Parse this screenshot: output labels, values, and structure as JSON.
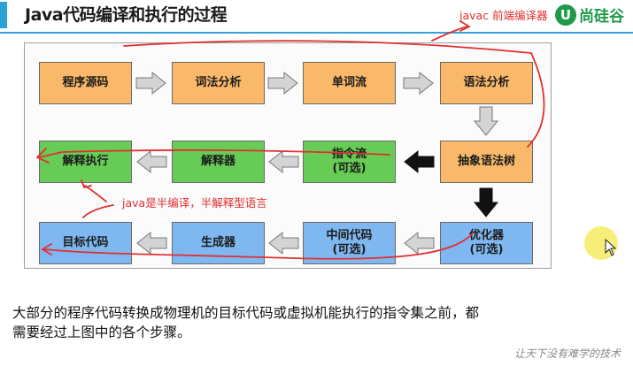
{
  "slide": {
    "title": "Java代码编译和执行的过程"
  },
  "annotations": {
    "frontend_compiler": "javac 前端编译器",
    "semi_compiled": "java是半编译，半解释型语言"
  },
  "logo": {
    "badge": "U",
    "text": "尚硅谷",
    "color": "#1e9a4a"
  },
  "nodes": {
    "source_code": "程序源码",
    "lexical": "词法分析",
    "token_stream": "单词流",
    "syntax": "语法分析",
    "ast": "抽象语法树",
    "instruction_stream": "指令流\n(可选)",
    "interpreter": "解释器",
    "interpret_exec": "解释执行",
    "optimizer": "优化器\n(可选)",
    "intermediate_code": "中间代码\n(可选)",
    "generator": "生成器",
    "target_code": "目标代码"
  },
  "colors": {
    "frontend": "#f9b86a",
    "interpret": "#66cc55",
    "compile": "#7fb8f0",
    "annotation": "#e03030"
  },
  "description": {
    "line1": "大部分的程序代码转换成物理机的目标代码或虚拟机能执行的指令集之前，都",
    "line2": "需要经过上图中的各个步骤。"
  },
  "watermark": "让天下没有难学的技术"
}
